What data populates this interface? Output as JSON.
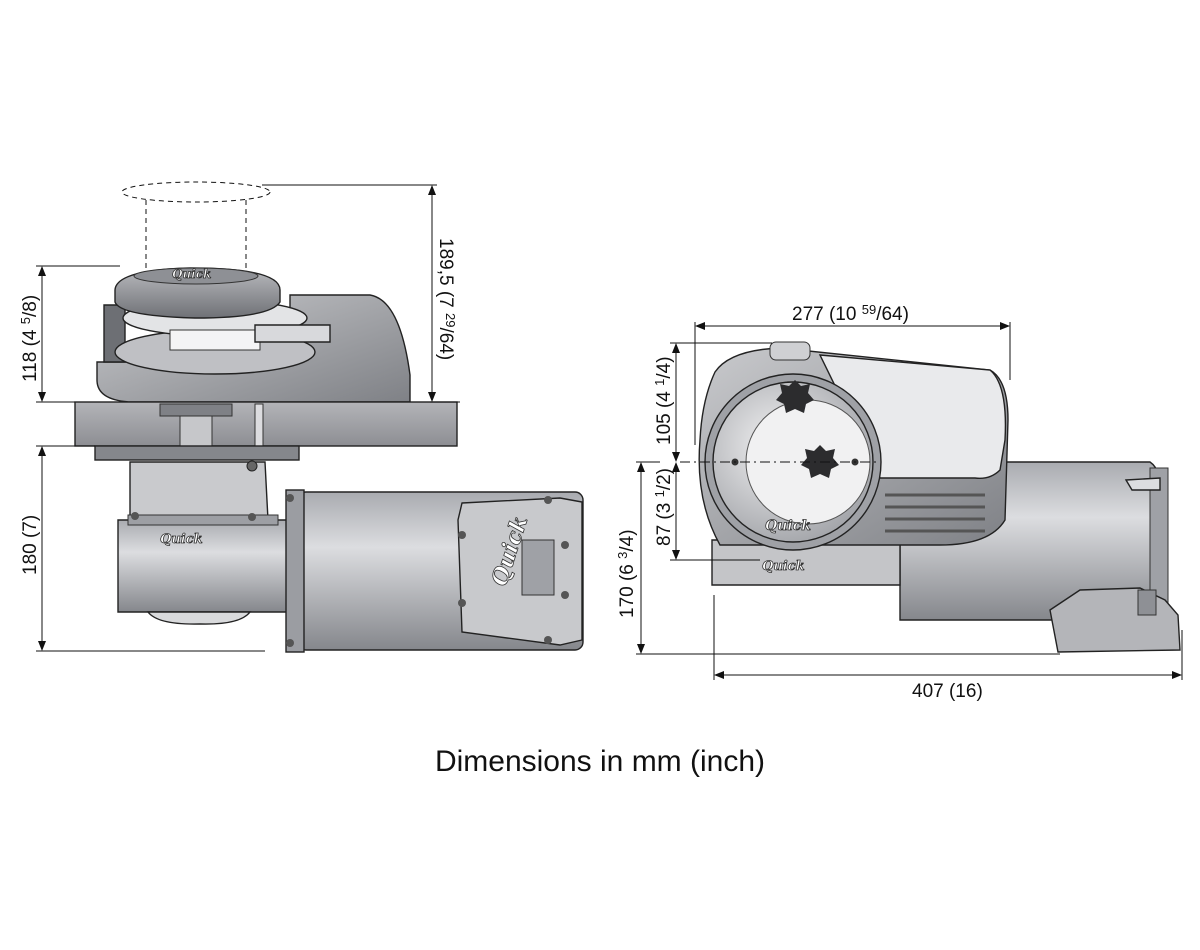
{
  "caption": "Dimensions in mm (inch)",
  "brand_text": "Quick",
  "colors": {
    "outline": "#222222",
    "metal_dark": "#7d7f84",
    "metal_mid": "#a9abb0",
    "metal_light": "#d6d7da",
    "deck": "#9a9ba0"
  },
  "side_view": {
    "dim_total_height": {
      "main": "189,5 (7 ",
      "num": "29",
      "den": "/64)"
    },
    "dim_above_deck": {
      "main": "118 (4 ",
      "num": "5",
      "den": "/8)"
    },
    "dim_below_deck": {
      "main": "180 (7)"
    }
  },
  "front_view": {
    "dim_width_top": {
      "main": "277 (10 ",
      "num": "59",
      "den": "/64)"
    },
    "dim_upper": {
      "main": "105 (4 ",
      "num": "1",
      "den": "/4)"
    },
    "dim_mid": {
      "main": "87 (3 ",
      "num": "1",
      "den": "/2)"
    },
    "dim_lower": {
      "main": "170 (6 ",
      "num": "3",
      "den": "/4)"
    },
    "dim_length": {
      "main": "407 (16)"
    }
  }
}
